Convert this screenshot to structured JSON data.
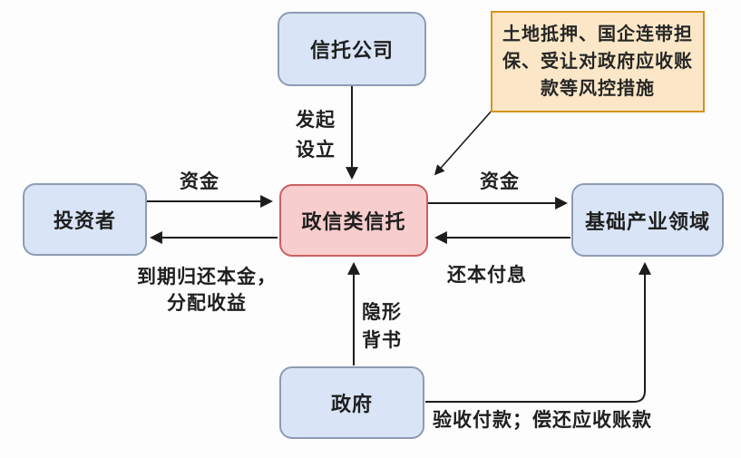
{
  "diagram": {
    "nodes": {
      "trust_company": "信托公司",
      "product": "政信类信托",
      "investor": "投资者",
      "industry": "基础产业领域",
      "government": "政府",
      "risk_note": "土地抵押、国企连带担\n保、受让对政府应收账\n款等风控措施"
    },
    "edge_labels": {
      "initiate": "发起\n设立",
      "funds_in": "资金",
      "return_principal": "到期归还本金，\n分配收益",
      "funds_out": "资金",
      "repay": "还本付息",
      "endorsement": "隐形\n背书",
      "acceptance": "验收付款；偿还应收账款"
    },
    "colors": {
      "node_fill": "#d9e5f7",
      "node_border": "#8d9cb3",
      "highlight_fill": "#f8cdcd",
      "highlight_border": "#cb6060",
      "note_fill": "#fbe7c7",
      "note_border": "#d7931d",
      "arrow": "#1c1c1c",
      "background": "#fdfdfd"
    }
  }
}
